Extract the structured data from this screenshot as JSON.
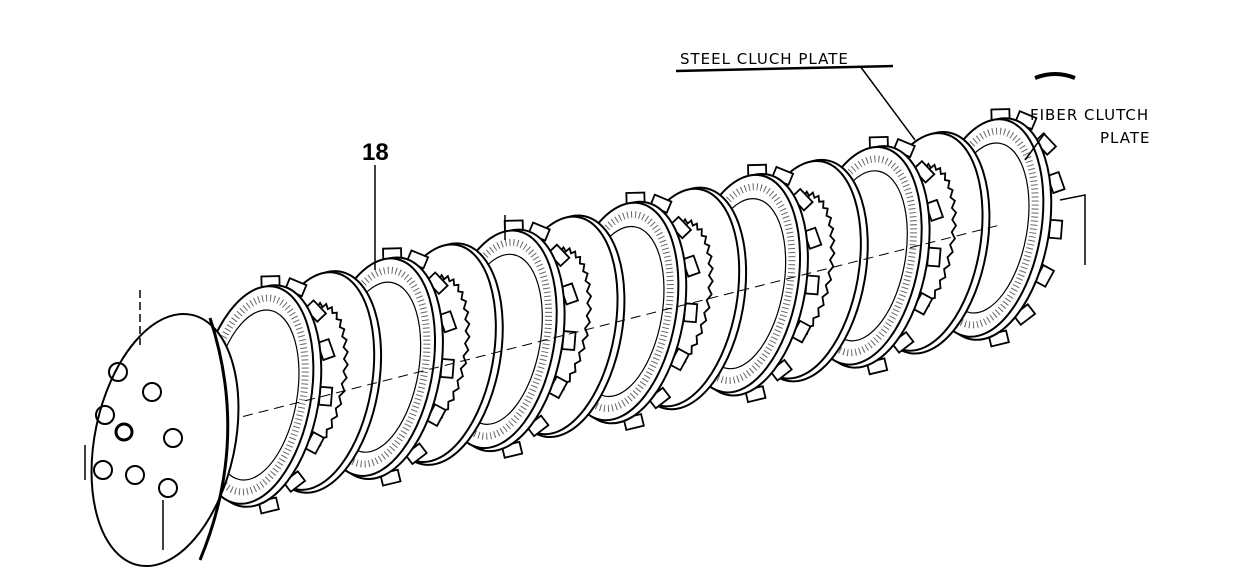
{
  "labels": {
    "steel_plate": "STEEL CLUCH PLATE",
    "fiber_plate_line1": "FIBER CLUTCH",
    "fiber_plate_line2": "PLATE",
    "part_number": "18"
  },
  "diagram": {
    "plate_sequence": [
      "fiber",
      "steel",
      "fiber",
      "steel",
      "fiber",
      "steel",
      "fiber",
      "steel",
      "fiber",
      "steel",
      "fiber",
      "steel",
      "fiber"
    ],
    "colors": {
      "ink": "#000000",
      "paper": "#ffffff"
    }
  }
}
